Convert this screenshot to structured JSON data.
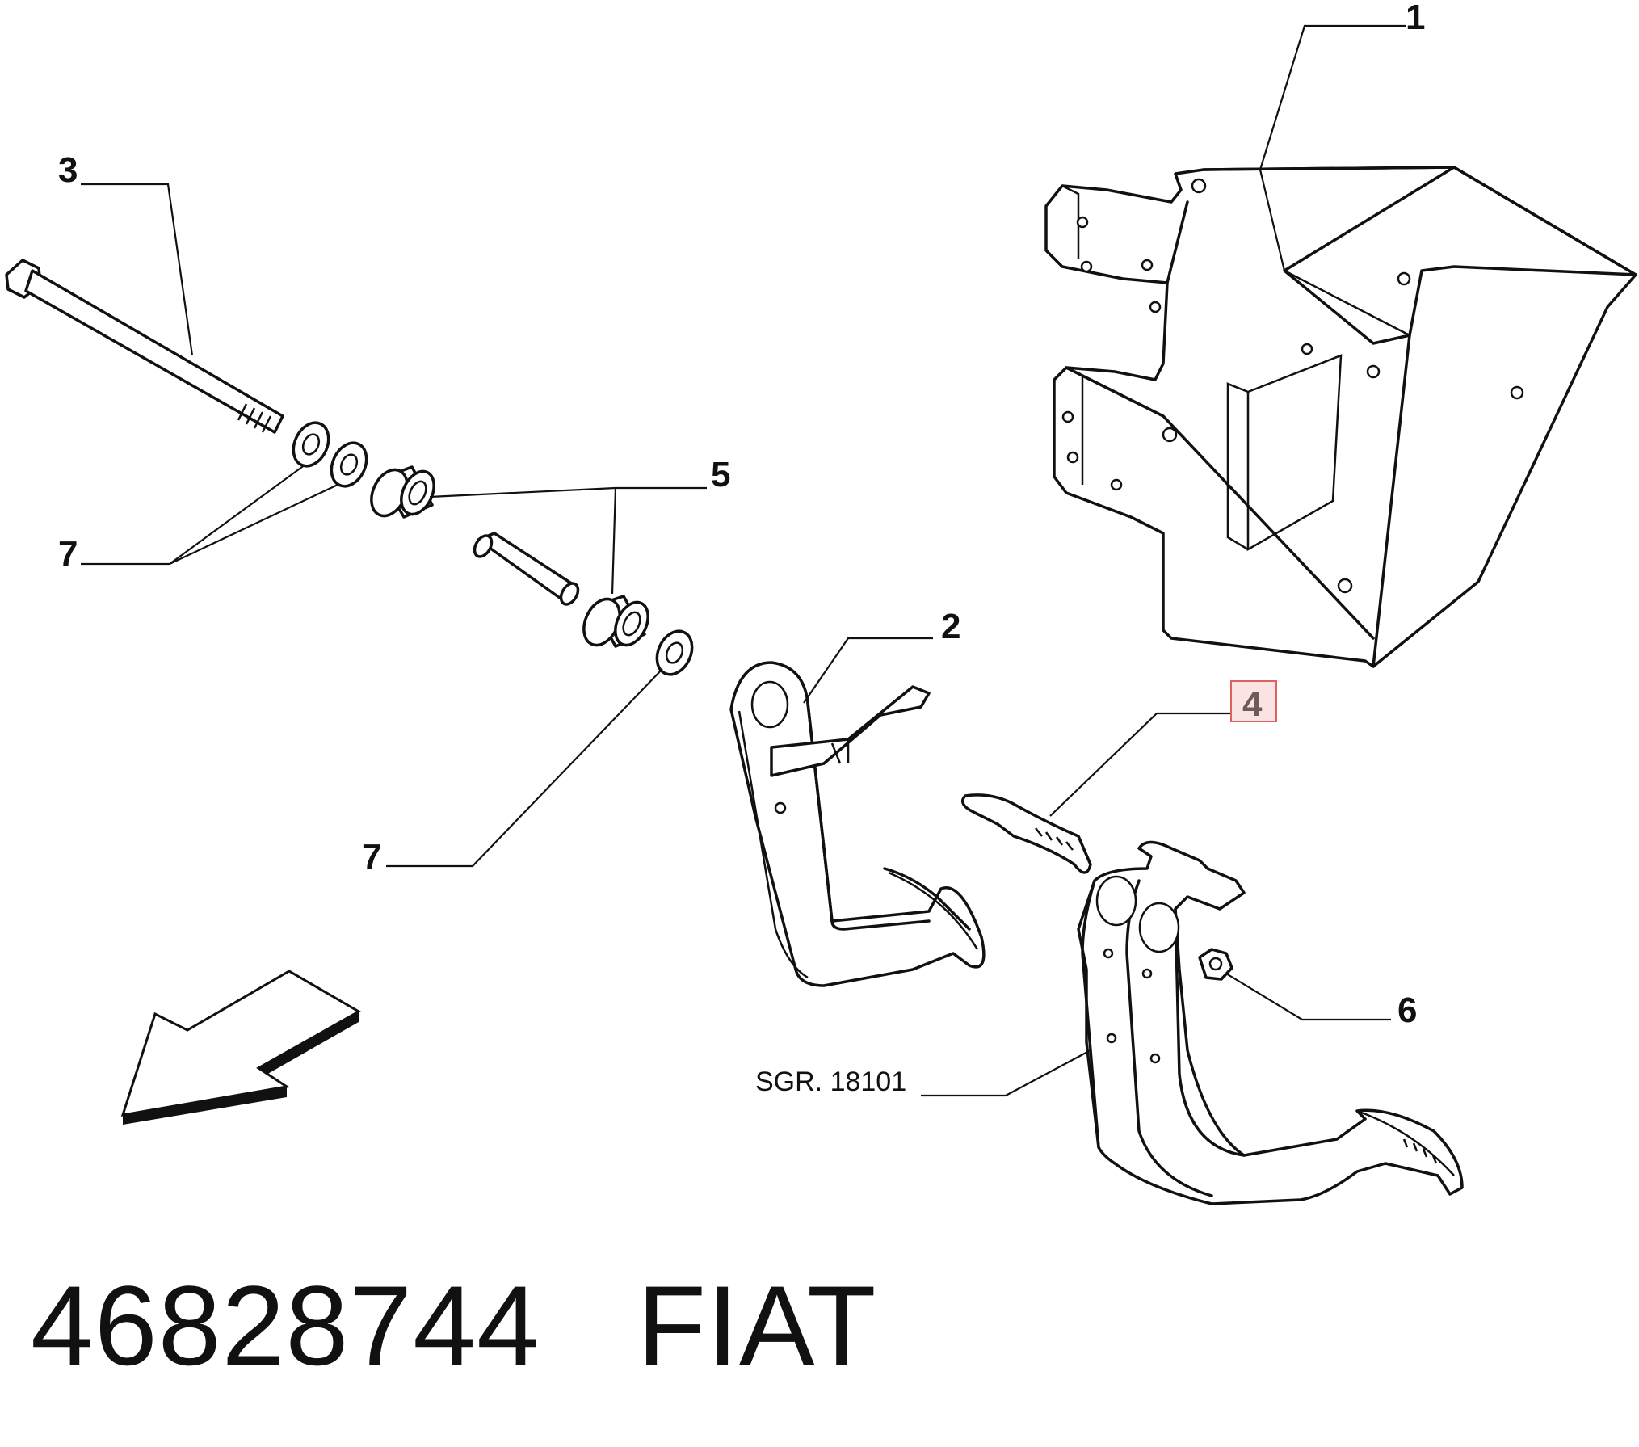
{
  "callouts": [
    {
      "id": "c1",
      "label": "1"
    },
    {
      "id": "c2",
      "label": "2"
    },
    {
      "id": "c3",
      "label": "3"
    },
    {
      "id": "c4",
      "label": "4",
      "highlighted": true
    },
    {
      "id": "c5",
      "label": "5"
    },
    {
      "id": "c6",
      "label": "6"
    },
    {
      "id": "c7a",
      "label": "7"
    },
    {
      "id": "c7b",
      "label": "7"
    }
  ],
  "reference_label": "SGR. 18101",
  "footer": {
    "part_number": "46828744",
    "brand": "FIAT"
  },
  "colors": {
    "line": "#111111",
    "highlight_box": "#e06060",
    "highlight_fill": "#fbe3e3"
  }
}
